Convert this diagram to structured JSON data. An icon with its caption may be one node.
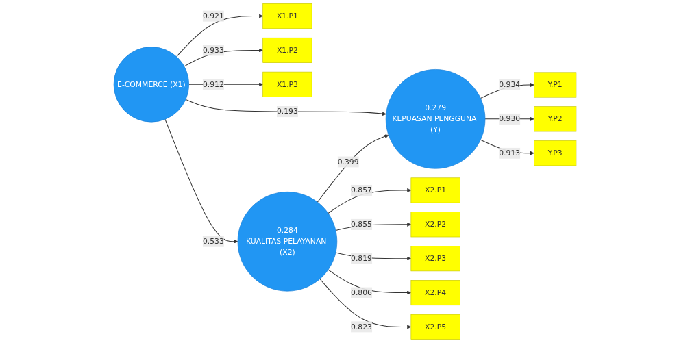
{
  "diagram": {
    "nodes": [
      {
        "text": [
          "X1.P1"
        ]
      },
      {
        "text": [
          "X1.P2"
        ]
      },
      {
        "text": [
          "X1.P3"
        ]
      },
      {
        "text": [
          "E-COMMERCE (X1)"
        ]
      },
      {
        "text": [
          "0.279",
          "KEPUASAN PENGGUNA (Y)"
        ]
      },
      {
        "text": [
          "Y.P1"
        ]
      },
      {
        "text": [
          "Y.P2"
        ]
      },
      {
        "text": [
          "Y.P3"
        ]
      },
      {
        "text": [
          "X2.P1"
        ]
      },
      {
        "text": [
          "X2.P2"
        ]
      },
      {
        "text": [
          "X2.P3"
        ]
      },
      {
        "text": [
          "X2.P4"
        ]
      },
      {
        "text": [
          "X2.P5"
        ]
      },
      {
        "text": [
          "0.284",
          "KUALITAS PELAYANAN (X2)"
        ]
      }
    ],
    "edges": [
      {
        "from": 3,
        "to": 0,
        "arrow": "to",
        "label": "0.921"
      },
      {
        "from": 3,
        "to": 1,
        "arrow": "to",
        "label": "0.933"
      },
      {
        "from": 3,
        "to": 2,
        "arrow": "to",
        "label": "0.912"
      },
      {
        "from": 3,
        "to": 4,
        "arrow": "to",
        "label": "0.193"
      },
      {
        "from": 3,
        "to": 13,
        "arrow": "to",
        "label": "0.533"
      },
      {
        "from": 13,
        "to": 4,
        "arrow": "to",
        "label": "0.399"
      },
      {
        "from": 4,
        "to": 5,
        "arrow": "to",
        "label": "0.934"
      },
      {
        "from": 4,
        "to": 6,
        "arrow": "to",
        "label": "0.930"
      },
      {
        "from": 4,
        "to": 7,
        "arrow": "to",
        "label": "0.913"
      },
      {
        "from": 13,
        "to": 8,
        "arrow": "to",
        "label": "0.857"
      },
      {
        "from": 13,
        "to": 9,
        "arrow": "to",
        "label": "0.855"
      },
      {
        "from": 13,
        "to": 10,
        "arrow": "to",
        "label": "0.819"
      },
      {
        "from": 13,
        "to": 11,
        "arrow": "to",
        "label": "0.806"
      },
      {
        "from": 13,
        "to": 12,
        "arrow": "to",
        "label": "0.823"
      }
    ]
  }
}
